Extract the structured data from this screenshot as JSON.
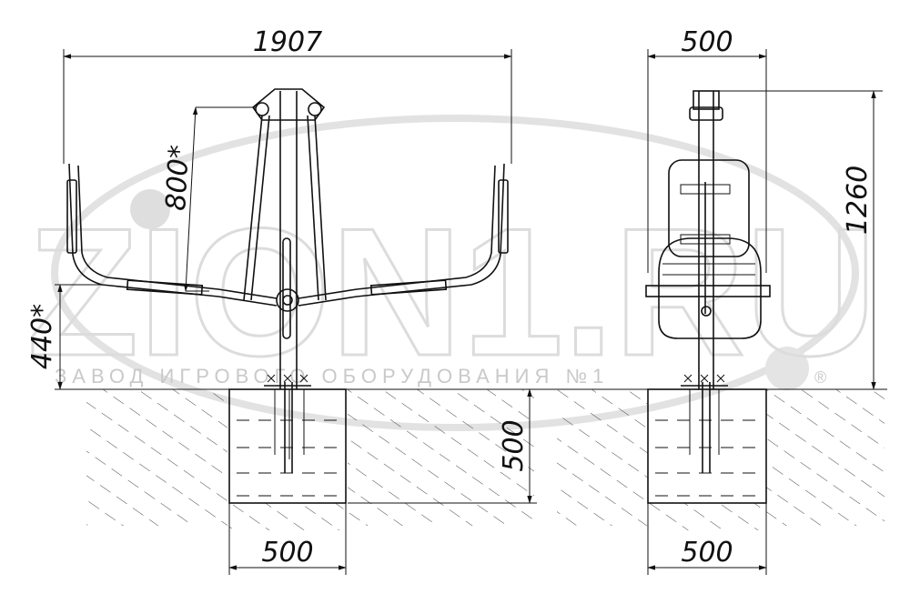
{
  "watermark": {
    "brand": "ZION1.RU",
    "tagline": "ЗАВОД ИГРОВОГО ОБОРУДОВАНИЯ №1",
    "registered": "®"
  },
  "front_view": {
    "width": "1907",
    "arm_height": "800*",
    "seat_height": "440*",
    "foundation_depth": "500",
    "foundation_width": "500"
  },
  "side_view": {
    "width": "500",
    "height": "1260",
    "foundation_width": "500"
  }
}
